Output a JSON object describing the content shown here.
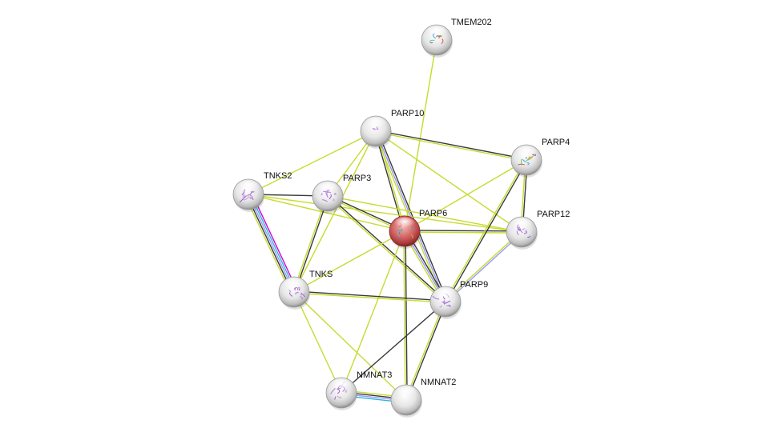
{
  "network": {
    "colors": {
      "textmining": "#c6db2e",
      "coexpression": "#3a3a3a",
      "homology": "#9999ff",
      "database": "#2fb7d7",
      "experiment": "#d600d6",
      "query_node": "#c94a4a",
      "node": "#e8e8e8"
    },
    "nodes": [
      {
        "id": "TMEM202",
        "label": "TMEM202",
        "query": false,
        "structure": "multicolor"
      },
      {
        "id": "PARP10",
        "label": "PARP10",
        "query": false,
        "structure": "purple-small"
      },
      {
        "id": "PARP4",
        "label": "PARP4",
        "query": false,
        "structure": "multicolor"
      },
      {
        "id": "TNKS2",
        "label": "TNKS2",
        "query": false,
        "structure": "purple"
      },
      {
        "id": "PARP3",
        "label": "PARP3",
        "query": false,
        "structure": "purple"
      },
      {
        "id": "PARP6",
        "label": "PARP6",
        "query": true,
        "structure": "multicolor"
      },
      {
        "id": "PARP12",
        "label": "PARP12",
        "query": false,
        "structure": "purple"
      },
      {
        "id": "TNKS",
        "label": "TNKS",
        "query": false,
        "structure": "purple"
      },
      {
        "id": "PARP9",
        "label": "PARP9",
        "query": false,
        "structure": "purple"
      },
      {
        "id": "NMNAT3",
        "label": "NMNAT3",
        "query": false,
        "structure": "purple"
      },
      {
        "id": "NMNAT2",
        "label": "NMNAT2",
        "query": false,
        "structure": "none"
      }
    ],
    "edges": [
      {
        "a": "TMEM202",
        "b": "PARP6",
        "types": [
          "textmining"
        ]
      },
      {
        "a": "PARP10",
        "b": "TNKS2",
        "types": [
          "textmining"
        ]
      },
      {
        "a": "PARP10",
        "b": "PARP3",
        "types": [
          "textmining"
        ]
      },
      {
        "a": "PARP10",
        "b": "TNKS",
        "types": [
          "textmining"
        ]
      },
      {
        "a": "PARP10",
        "b": "PARP6",
        "types": [
          "textmining",
          "coexpression"
        ]
      },
      {
        "a": "PARP10",
        "b": "PARP4",
        "types": [
          "coexpression",
          "textmining"
        ]
      },
      {
        "a": "PARP10",
        "b": "PARP12",
        "types": [
          "textmining"
        ]
      },
      {
        "a": "PARP10",
        "b": "PARP9",
        "types": [
          "coexpression",
          "homology",
          "textmining"
        ]
      },
      {
        "a": "TNKS2",
        "b": "PARP3",
        "types": [
          "coexpression"
        ]
      },
      {
        "a": "TNKS2",
        "b": "PARP6",
        "types": [
          "textmining"
        ]
      },
      {
        "a": "TNKS2",
        "b": "PARP12",
        "types": [
          "textmining"
        ]
      },
      {
        "a": "TNKS2",
        "b": "TNKS",
        "types": [
          "experiment",
          "database",
          "homology",
          "coexpression",
          "textmining"
        ]
      },
      {
        "a": "PARP3",
        "b": "PARP6",
        "types": [
          "coexpression",
          "textmining"
        ]
      },
      {
        "a": "PARP3",
        "b": "PARP12",
        "types": [
          "textmining"
        ]
      },
      {
        "a": "PARP3",
        "b": "TNKS",
        "types": [
          "coexpression",
          "textmining"
        ]
      },
      {
        "a": "PARP3",
        "b": "PARP9",
        "types": [
          "coexpression",
          "textmining"
        ]
      },
      {
        "a": "PARP6",
        "b": "PARP4",
        "types": [
          "textmining"
        ]
      },
      {
        "a": "PARP6",
        "b": "PARP12",
        "types": [
          "coexpression",
          "textmining"
        ]
      },
      {
        "a": "PARP6",
        "b": "TNKS",
        "types": [
          "textmining"
        ]
      },
      {
        "a": "PARP6",
        "b": "PARP9",
        "types": [
          "coexpression",
          "homology",
          "textmining"
        ]
      },
      {
        "a": "PARP6",
        "b": "NMNAT3",
        "types": [
          "textmining"
        ]
      },
      {
        "a": "PARP6",
        "b": "NMNAT2",
        "types": [
          "coexpression",
          "textmining"
        ]
      },
      {
        "a": "PARP4",
        "b": "PARP9",
        "types": [
          "coexpression",
          "textmining"
        ]
      },
      {
        "a": "PARP4",
        "b": "PARP12",
        "types": [
          "coexpression",
          "textmining"
        ]
      },
      {
        "a": "PARP12",
        "b": "PARP9",
        "types": [
          "homology",
          "textmining"
        ]
      },
      {
        "a": "TNKS",
        "b": "PARP9",
        "types": [
          "coexpression",
          "textmining"
        ]
      },
      {
        "a": "TNKS",
        "b": "NMNAT3",
        "types": [
          "textmining"
        ]
      },
      {
        "a": "TNKS",
        "b": "NMNAT2",
        "types": [
          "textmining"
        ]
      },
      {
        "a": "PARP9",
        "b": "NMNAT3",
        "types": [
          "coexpression"
        ]
      },
      {
        "a": "PARP9",
        "b": "NMNAT2",
        "types": [
          "coexpression",
          "textmining"
        ]
      },
      {
        "a": "NMNAT3",
        "b": "NMNAT2",
        "types": [
          "textmining",
          "coexpression",
          "homology",
          "database"
        ]
      }
    ]
  }
}
